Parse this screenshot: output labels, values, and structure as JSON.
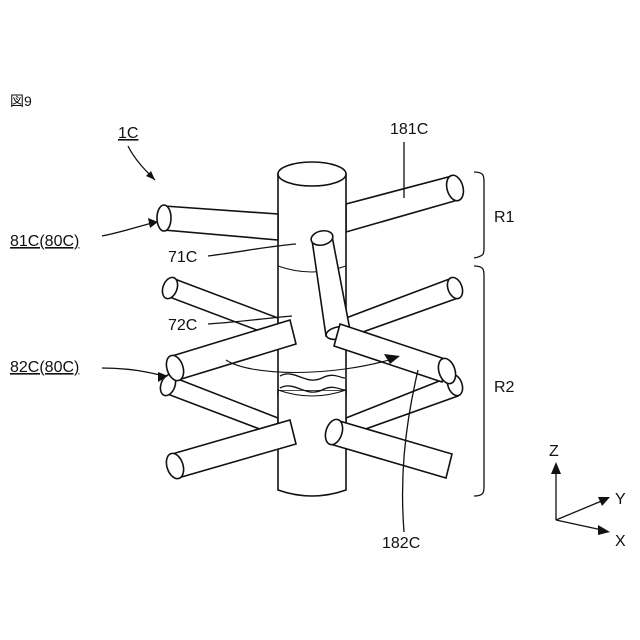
{
  "figure": {
    "label": "図9",
    "assembly_ref": "1C"
  },
  "labels": {
    "rod_181": "181C",
    "r1": "R1",
    "r2": "R2",
    "ref_81": "81C(80C)",
    "ref_71": "71C",
    "ref_72": "72C",
    "ref_82": "82C(80C)",
    "rod_182": "182C"
  },
  "axes": {
    "z": "Z",
    "y": "Y",
    "x": "X"
  }
}
